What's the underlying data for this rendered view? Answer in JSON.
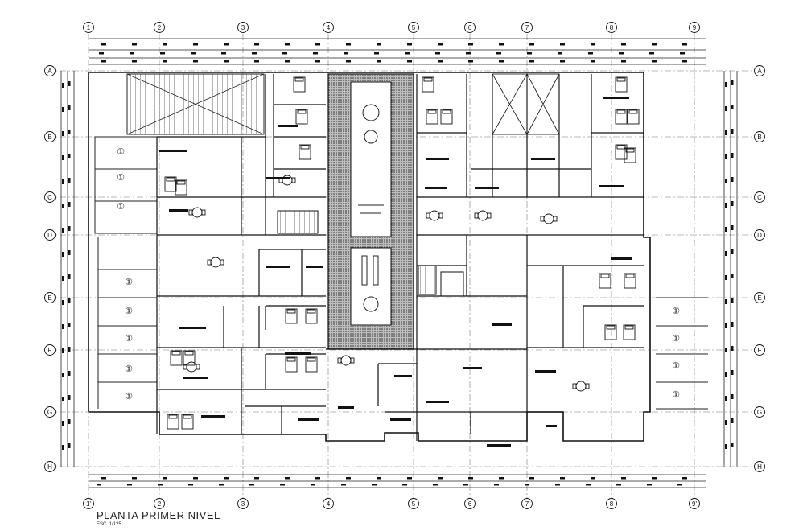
{
  "plan": {
    "title": "PLANTA PRIMER  NIVEL",
    "scale": "ESC. 1/125",
    "column_axes": [
      "1",
      "2",
      "3",
      "4",
      "5",
      "6",
      "7",
      "8",
      "9"
    ],
    "bottom_column_axes": [
      "1'",
      "2",
      "3",
      "4",
      "5",
      "6",
      "7",
      "8",
      "9'"
    ],
    "row_axes": [
      "A",
      "B",
      "C",
      "D",
      "E",
      "F",
      "G",
      "H"
    ],
    "parking_marker": "①",
    "colors": {
      "line": "#1a1a1a",
      "hatch": "#555555",
      "paper": "#ffffff"
    }
  }
}
